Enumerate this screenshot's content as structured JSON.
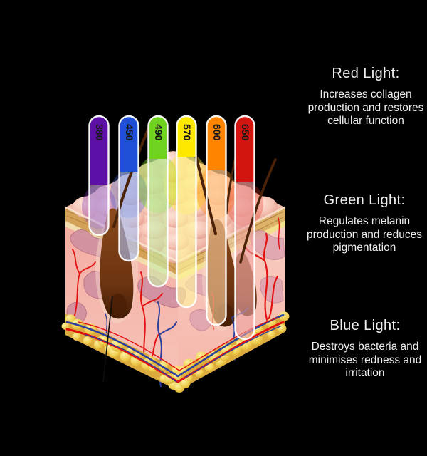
{
  "background_color": "#000000",
  "text_color": "#efefef",
  "diagram": {
    "name": "skin cross-section with light wavelength penetration depths",
    "light_bars": [
      {
        "name": "violet",
        "wavelength": "380",
        "color": "#5c10a5"
      },
      {
        "name": "blue",
        "wavelength": "450",
        "color": "#1e4fd6"
      },
      {
        "name": "green",
        "wavelength": "490",
        "color": "#70d320"
      },
      {
        "name": "yellow",
        "wavelength": "570",
        "color": "#ffe800"
      },
      {
        "name": "orange",
        "wavelength": "600",
        "color": "#ff8400"
      },
      {
        "name": "red",
        "wavelength": "650",
        "color": "#d31510"
      }
    ]
  },
  "info_sections": [
    {
      "id": "red",
      "heading": "Red Light:",
      "body": "Increases collagen production and restores cellular function"
    },
    {
      "id": "green",
      "heading": "Green Light:",
      "body": "Regulates melanin production and reduces pigmentation"
    },
    {
      "id": "blue",
      "heading": "Blue Light:",
      "body": "Destroys bacteria and minimises redness and irritation"
    }
  ]
}
